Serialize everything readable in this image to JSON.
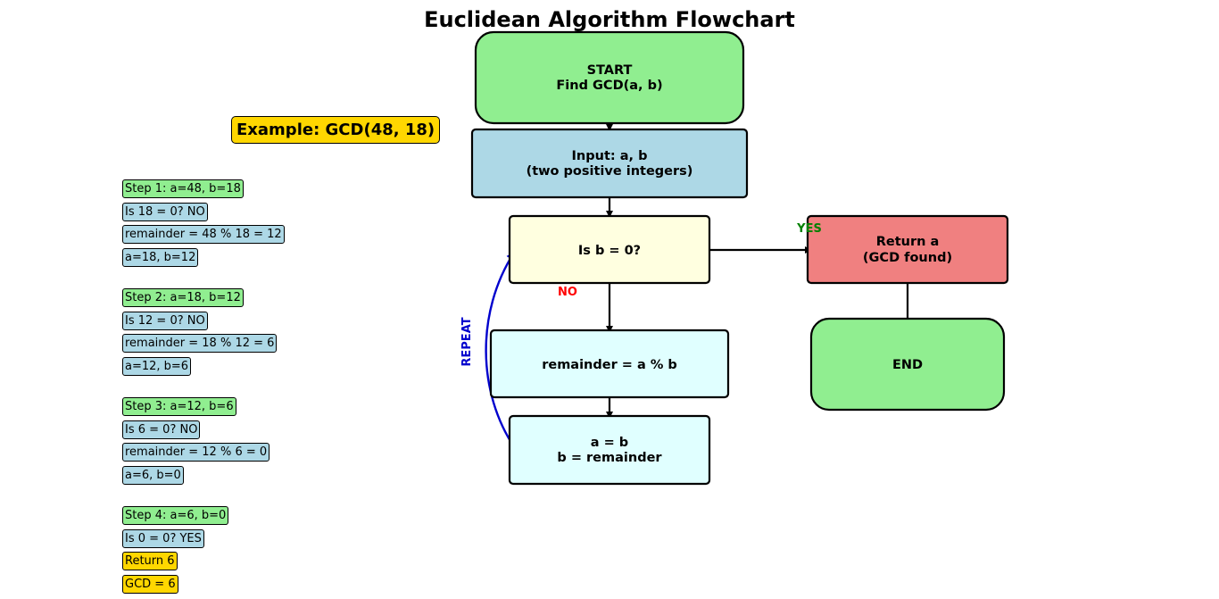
{
  "title": "Euclidean Algorithm Flowchart",
  "example_label": "Example: GCD(48, 18)",
  "nodes": {
    "start": {
      "line1": "START",
      "line2": "Find GCD(a, b)",
      "fill": "#90ee90"
    },
    "input": {
      "line1": "Input: a, b",
      "line2": "(two positive integers)",
      "fill": "#add8e6"
    },
    "decision": {
      "line1": "Is b = 0?",
      "fill": "#ffffe0"
    },
    "remainder": {
      "line1": "remainder = a % b",
      "fill": "#e0ffff"
    },
    "assign": {
      "line1": "a = b",
      "line2": "b = remainder",
      "fill": "#e0ffff"
    },
    "return": {
      "line1": "Return a",
      "line2": "(GCD found)",
      "fill": "#f08080"
    },
    "end": {
      "line1": "END",
      "fill": "#90ee90"
    }
  },
  "edge_labels": {
    "yes": {
      "text": "YES",
      "color": "#008000"
    },
    "no": {
      "text": "NO",
      "color": "#ff0000"
    },
    "repeat": {
      "text": "REPEAT",
      "color": "#0000cd"
    }
  },
  "steps": [
    {
      "text": "Step 1: a=48, b=18",
      "kind": "green"
    },
    {
      "text": "Is 18 = 0? NO",
      "kind": "blue"
    },
    {
      "text": "remainder = 48 % 18 = 12",
      "kind": "blue"
    },
    {
      "text": "a=18, b=12",
      "kind": "blue"
    },
    {
      "text": "Step 2: a=18, b=12",
      "kind": "green"
    },
    {
      "text": "Is 12 = 0? NO",
      "kind": "blue"
    },
    {
      "text": "remainder = 18 % 12 = 6",
      "kind": "blue"
    },
    {
      "text": "a=12, b=6",
      "kind": "blue"
    },
    {
      "text": "Step 3: a=12, b=6",
      "kind": "green"
    },
    {
      "text": "Is 6 = 0? NO",
      "kind": "blue"
    },
    {
      "text": "remainder = 12 % 6 = 0",
      "kind": "blue"
    },
    {
      "text": "a=6, b=0",
      "kind": "blue"
    },
    {
      "text": "Step 4: a=6, b=0",
      "kind": "green"
    },
    {
      "text": "Is 0 = 0? YES",
      "kind": "blue"
    },
    {
      "text": "Return 6",
      "kind": "gold"
    },
    {
      "text": "GCD = 6",
      "kind": "gold"
    }
  ]
}
